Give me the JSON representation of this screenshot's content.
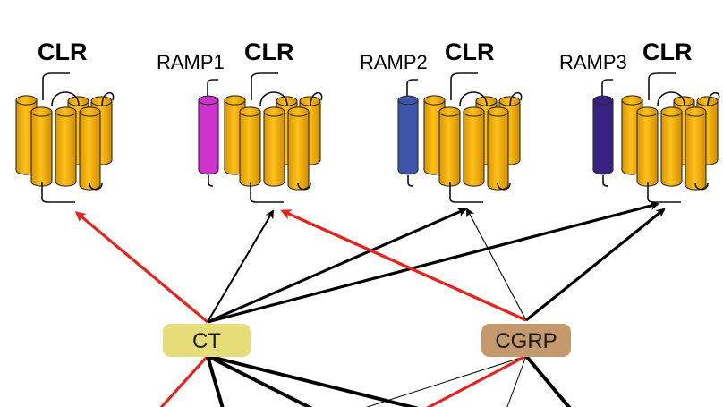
{
  "receptors": [
    {
      "title": "CLR",
      "ramp_label": "",
      "ramp_color": ""
    },
    {
      "title": "CLR",
      "ramp_label": "RAMP1",
      "ramp_color": "#cc33cc"
    },
    {
      "title": "CLR",
      "ramp_label": "RAMP2",
      "ramp_color": "#3b55a8"
    },
    {
      "title": "CLR",
      "ramp_label": "RAMP3",
      "ramp_color": "#3a2080"
    }
  ],
  "ligands": [
    {
      "label": "CT",
      "fill": "#e6dc78"
    },
    {
      "label": "CGRP",
      "fill": "#c49a6c"
    }
  ],
  "colors": {
    "helix": "#f7b500",
    "helix_outline": "#2b2b2b",
    "arrow_primary": "#000000",
    "arrow_highlight": "#e8231e"
  },
  "connections": [
    {
      "from": "CT",
      "to": "CLR",
      "color": "red"
    },
    {
      "from": "CT",
      "to": "RAMP1 CLR",
      "color": "black"
    },
    {
      "from": "CT",
      "to": "RAMP2 CLR",
      "color": "black"
    },
    {
      "from": "CT",
      "to": "RAMP3 CLR",
      "color": "black"
    },
    {
      "from": "CGRP",
      "to": "RAMP1 CLR",
      "color": "red"
    },
    {
      "from": "CGRP",
      "to": "RAMP2 CLR",
      "color": "black"
    },
    {
      "from": "CGRP",
      "to": "RAMP3 CLR",
      "color": "black"
    }
  ]
}
